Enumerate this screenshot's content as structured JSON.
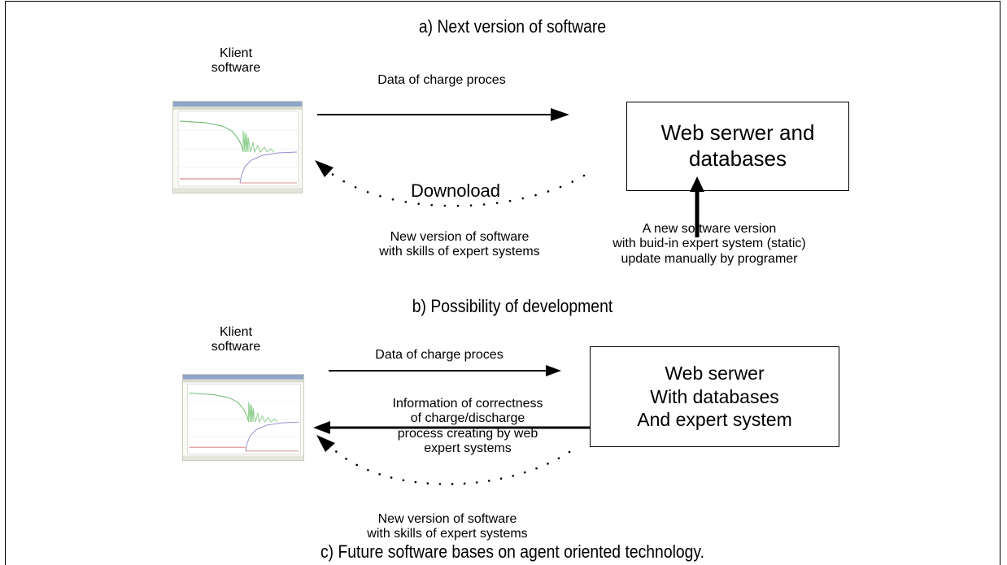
{
  "section_a": {
    "caption": "a) Next version of software",
    "client_label": [
      "Klient",
      "software"
    ],
    "arrow_top_label": "Data of charge proces",
    "download_label": "Downoload",
    "server_box": [
      "Web serwer and",
      "databases"
    ],
    "bottom_left_text": [
      "New version of software",
      "with skills of expert systems"
    ],
    "bottom_right_text": [
      "A new software  version",
      "with buid-in expert system (static)",
      "update manually by programer"
    ]
  },
  "section_b": {
    "caption": "b) Possibility of development",
    "client_label": [
      "Klient",
      "software"
    ],
    "arrow_top_label": "Data of charge proces",
    "server_box": [
      "Web serwer",
      "With databases",
      "And expert system"
    ],
    "middle_text": [
      "Information of correctness",
      "of charge/discharge",
      "process creating by web",
      "expert systems"
    ],
    "bottom_text": [
      "New version of software",
      "with skills of expert systems"
    ]
  },
  "section_c": {
    "caption": "c) Future software bases on agent oriented technology."
  }
}
